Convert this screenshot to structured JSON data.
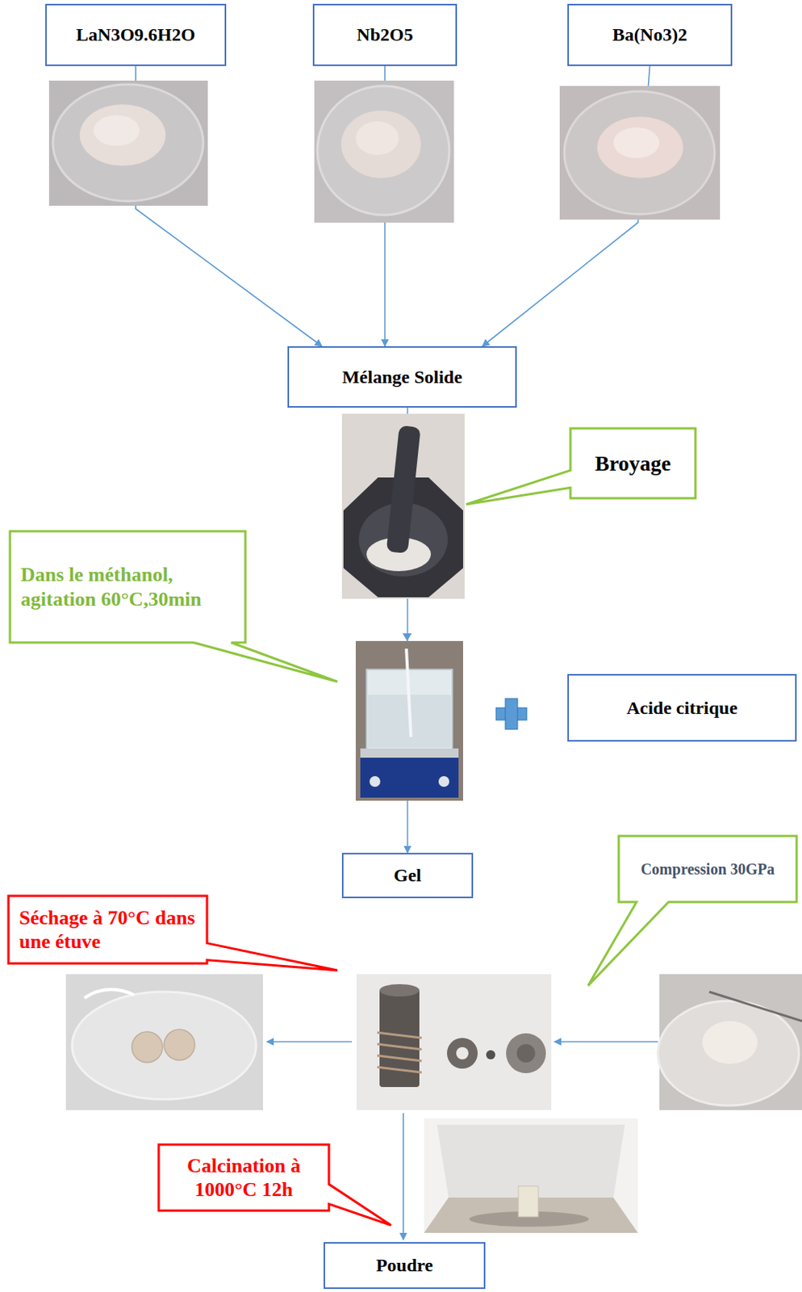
{
  "diagram": {
    "nodes": [
      {
        "text": [
          "LaN3O9.6H2O"
        ]
      },
      {
        "text": [
          "Nb2O5"
        ]
      },
      {
        "text": [
          "Ba(No3)2"
        ]
      },
      {
        "text": [
          "Mélange Solide"
        ]
      },
      {
        "text": [
          "Broyage"
        ]
      },
      {
        "text": [
          "Dans le méthanol, agitation 60°C,30min"
        ]
      },
      {
        "text": [
          "Acide citrique"
        ]
      },
      {
        "text": [
          "Gel"
        ]
      },
      {
        "text": [
          "Compression 30GPa"
        ]
      },
      {
        "text": [
          "Séchage à 70°C dans une étuve"
        ]
      },
      {
        "text": [
          "Calcination à 1000°C 12h"
        ]
      },
      {
        "text": [
          "Poudre"
        ]
      }
    ],
    "edges": [
      {
        "from": 0,
        "to": 3,
        "arrow": "to"
      },
      {
        "from": 1,
        "to": 3,
        "arrow": "to"
      },
      {
        "from": 2,
        "to": 3,
        "arrow": "to"
      },
      {
        "from": 3,
        "to": 7,
        "arrow": "to"
      }
    ]
  }
}
